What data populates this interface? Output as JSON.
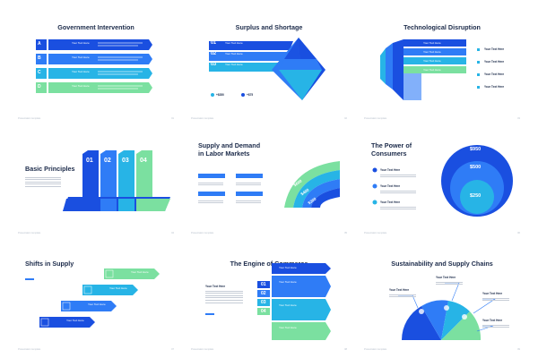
{
  "slides": [
    {
      "title": "Government Intervention",
      "letters": [
        "A",
        "B",
        "C",
        "D"
      ],
      "item": "Your Text Here",
      "footer": "Presentation template",
      "page": "01"
    },
    {
      "title": "Surplus and Shortage",
      "numbers": [
        "01",
        "02",
        "03"
      ],
      "item": "Your Text Here",
      "stat1": "+$350",
      "stat2": "+$75",
      "footer": "Presentation template",
      "page": "02"
    },
    {
      "title": "Technological Disruption",
      "item": "Your Text Here",
      "footer": "Presentation template",
      "page": "03"
    },
    {
      "title": "Basic Principles",
      "numbers": [
        "01",
        "02",
        "03",
        "04"
      ],
      "footer": "Presentation template",
      "page": "04"
    },
    {
      "title": "Supply and Demand in Labor Markets",
      "title_line1": "Supply and Demand",
      "title_line2": "in Labor Markets",
      "arc_values": [
        "$700",
        "$600",
        "$400",
        "$300"
      ],
      "item": "Your Text Here",
      "footer": "Presentation template",
      "page": "05"
    },
    {
      "title": "The Power of Consumers",
      "title_line1": "The Power of",
      "title_line2": "Consumers",
      "circle_values": [
        "$950",
        "$500",
        "$250"
      ],
      "item": "Your Text Here",
      "footer": "Presentation template",
      "page": "06"
    },
    {
      "title": "Shifts in Supply",
      "item": "Your Text Here",
      "footer": "Presentation template",
      "page": "07"
    },
    {
      "title": "The Engine of Commerce",
      "numbers": [
        "01",
        "02",
        "03",
        "04"
      ],
      "item": "Your Text Here",
      "footer": "Presentation template",
      "page": "08"
    },
    {
      "title": "Sustainability and Supply Chains",
      "item": "Your Text Here",
      "footer": "Presentation template",
      "page": "09"
    }
  ],
  "colors": {
    "navy": "#1c2b4a",
    "blue_dark": "#1a4fe0",
    "blue": "#2f7cf6",
    "cyan": "#27b4e6",
    "teal": "#3fd3c6",
    "green": "#7be0a0"
  }
}
